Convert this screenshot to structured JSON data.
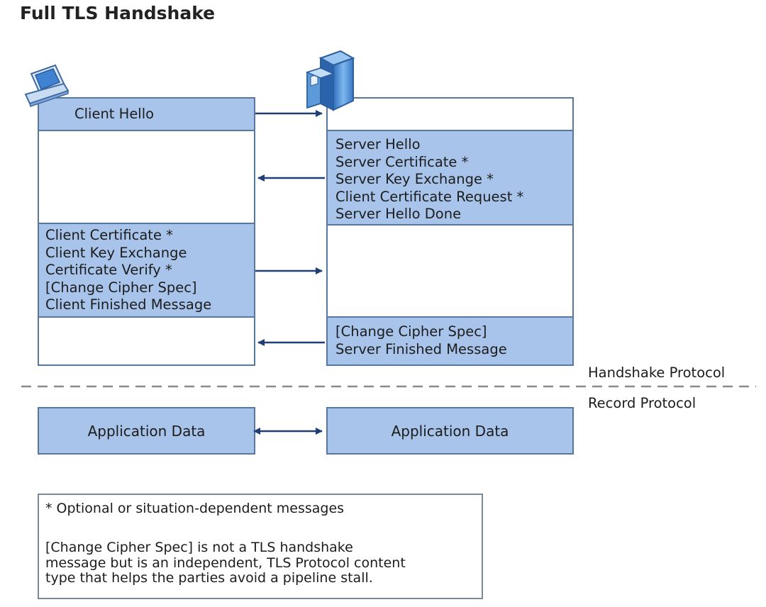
{
  "title": "Full TLS Handshake",
  "client": {
    "icon": "laptop-icon",
    "hello_label": "Client Hello",
    "key_exchange_lines": [
      "Client Certificate *",
      "Client Key Exchange",
      "Certificate Verify *",
      "[Change Cipher Spec]",
      "Client Finished Message"
    ],
    "app_data_label": "Application Data"
  },
  "server": {
    "icon": "server-icon",
    "hello_lines": [
      "Server Hello",
      "Server Certificate *",
      "Server Key Exchange *",
      "Client Certificate Request *",
      "Server Hello Done"
    ],
    "finished_lines": [
      "[Change Cipher Spec]",
      "Server Finished Message"
    ],
    "app_data_label": "Application Data"
  },
  "protocol_labels": {
    "handshake": "Handshake Protocol",
    "record": "Record Protocol"
  },
  "note": {
    "line1": "* Optional or situation-dependent messages",
    "paragraph_lines": [
      "[Change Cipher Spec] is not a TLS handshake",
      "message but is an independent, TLS Protocol content",
      "type that helps the parties avoid a pipeline stall."
    ]
  },
  "colors": {
    "fill": "#a8c4ea",
    "border": "#58779f",
    "arrow": "#1f3f75"
  }
}
